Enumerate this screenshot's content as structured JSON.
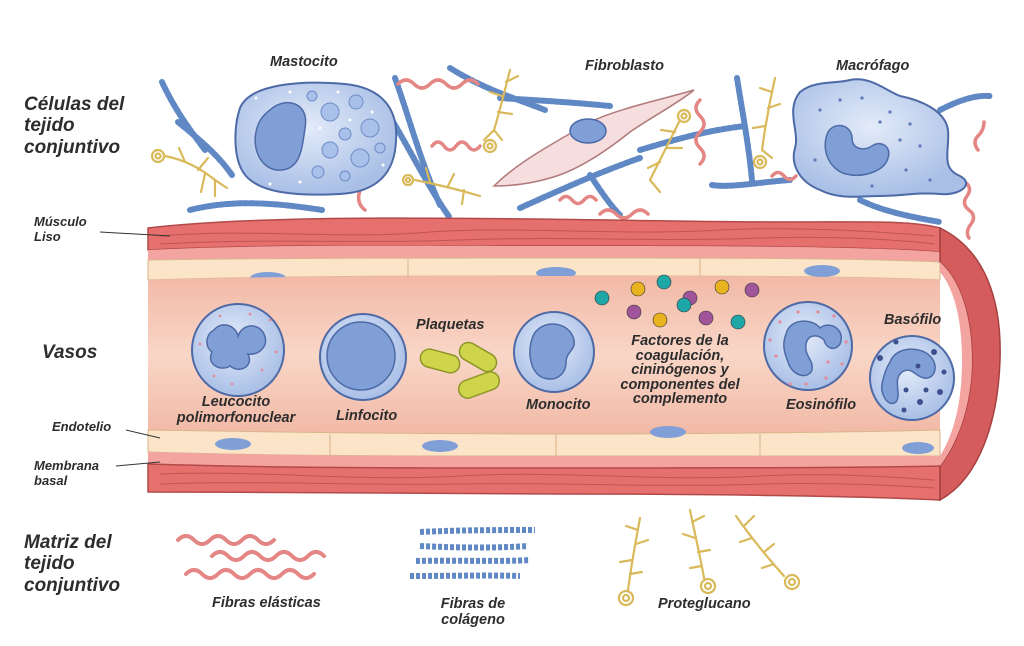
{
  "labels": {
    "celulas_tejido": "Células del\ntejido\nconjuntivo",
    "vasos": "Vasos",
    "matriz": "Matriz del\ntejido\nconjuntivo",
    "musculo_liso": "Músculo\nLiso",
    "endotelio": "Endotelio",
    "membrana_basal": "Membrana\nbasal",
    "mastocito": "Mastocito",
    "fibroblasto": "Fibroblasto",
    "macrofago": "Macrófago",
    "leucocito": "Leucocito\npolimorfonuclear",
    "linfocito": "Linfocito",
    "plaquetas": "Plaquetas",
    "monocito": "Monocito",
    "factores": "Factores de la\ncoagulación,\ncininógenos y\ncomponentes del\ncomplemento",
    "eosinofilo": "Eosinófilo",
    "basofilo": "Basófilo",
    "fibras_elasticas": "Fibras elásticas",
    "fibras_colageno": "Fibras de\ncolágeno",
    "proteglucano": "Proteglucano"
  },
  "colors": {
    "muscle": "#e5706e",
    "basal": "#f4a4a0",
    "endothelium": "#fbe4c8",
    "lumen": "#f7c9b7",
    "nucleus": "#7f9fd6",
    "cell": "#c9d8f2",
    "elastic": "#e88888",
    "collagen": "#6b93cc",
    "proteoglycan": "#e0c46a",
    "platelet": "#cfd54a"
  }
}
